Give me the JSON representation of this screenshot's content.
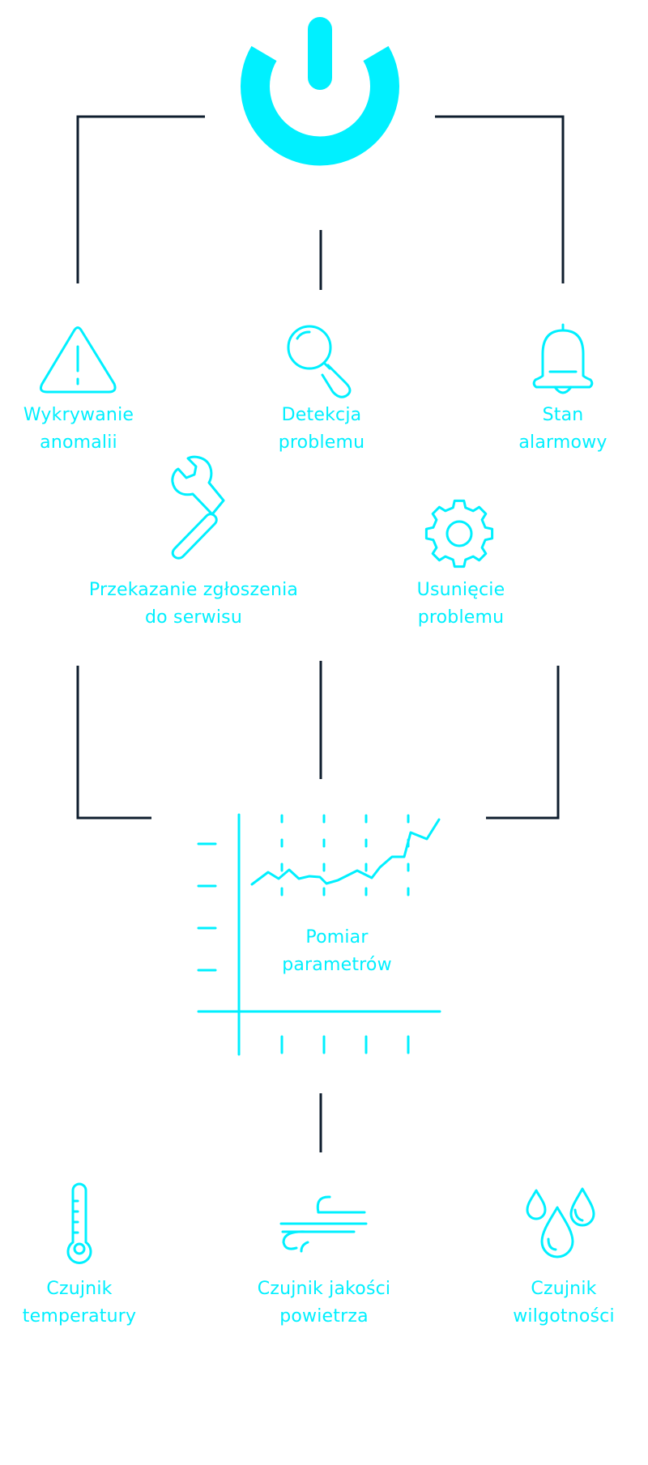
{
  "colors": {
    "accent": "#00F0FF",
    "connector": "#0F1E2E",
    "background": "#FFFFFF"
  },
  "icons": {
    "top": "power-icon",
    "anomaly": "warning-triangle-icon",
    "problem_detection": "magnifier-icon",
    "alarm": "bell-icon",
    "service": "wrench-icon",
    "fix": "gear-icon",
    "measurement": "line-graph-icon",
    "temperature": "thermometer-icon",
    "air_quality": "wind-icon",
    "humidity": "water-drops-icon"
  },
  "nodes": {
    "anomaly": {
      "line1": "Wykrywanie",
      "line2": "anomalii"
    },
    "problem_detection": {
      "line1": "Detekcja",
      "line2": "problemu"
    },
    "alarm": {
      "line1": "Stan",
      "line2": "alarmowy"
    },
    "service": {
      "line1": "Przekazanie zgłoszenia",
      "line2": "do serwisu"
    },
    "fix": {
      "line1": "Usunięcie",
      "line2": "problemu"
    },
    "measurement": {
      "line1": "Pomiar",
      "line2": "parametrów"
    },
    "temperature": {
      "line1": "Czujnik",
      "line2": "temperatury"
    },
    "air_quality": {
      "line1": "Czujnik jakości",
      "line2": "powietrza"
    },
    "humidity": {
      "line1": "Czujnik",
      "line2": "wilgotności"
    }
  }
}
